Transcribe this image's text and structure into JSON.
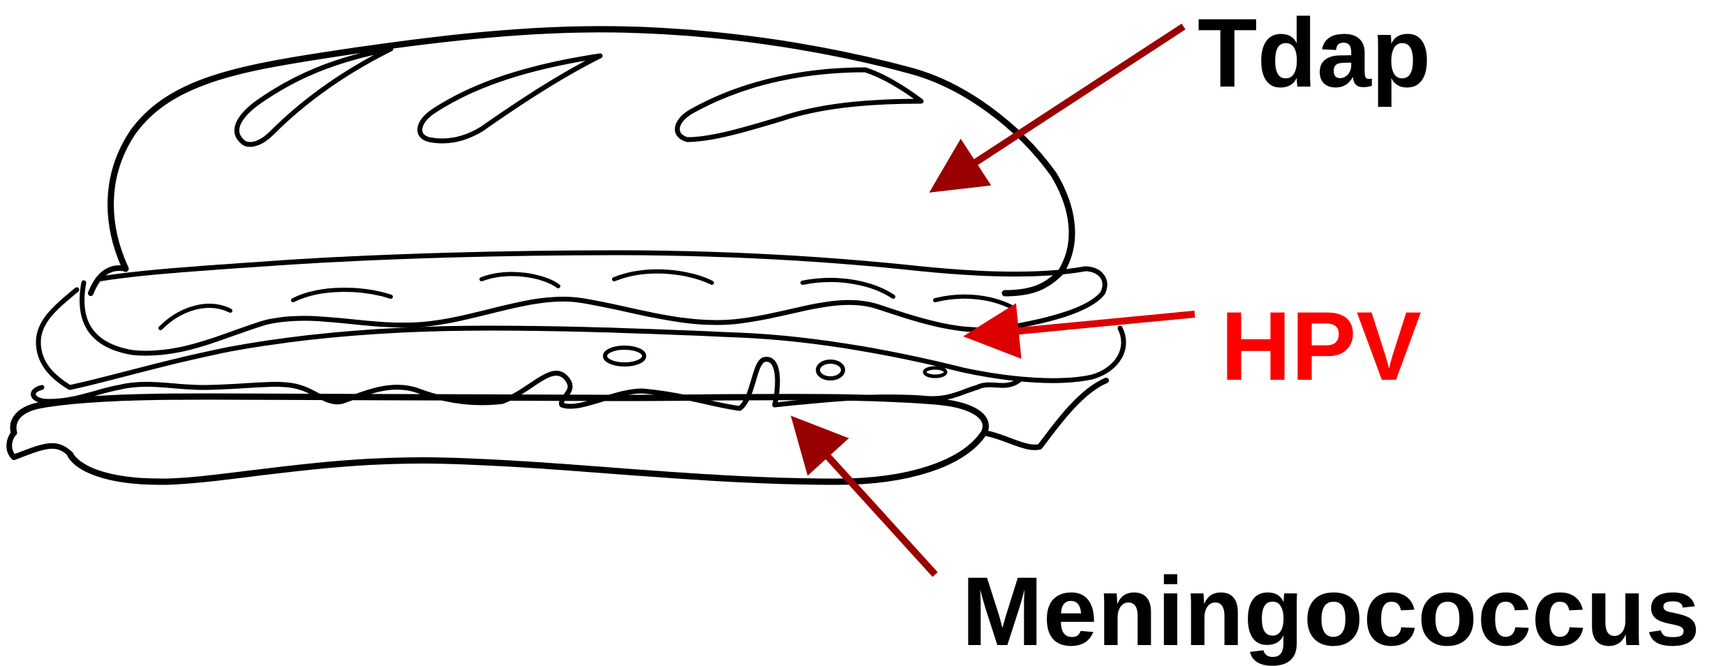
{
  "labels": {
    "tdap": {
      "text": "Tdap",
      "color": "#000000"
    },
    "hpv": {
      "text": "HPV",
      "color": "#ff0000"
    },
    "meningococcus": {
      "text": "Meningococcus",
      "color": "#000000"
    }
  },
  "colors": {
    "outline": "#000000",
    "background": "#ffffff",
    "arrow_dark_red": "#990000",
    "arrow_red": "#dd0000"
  },
  "illustration": "sandwich-line-drawing"
}
